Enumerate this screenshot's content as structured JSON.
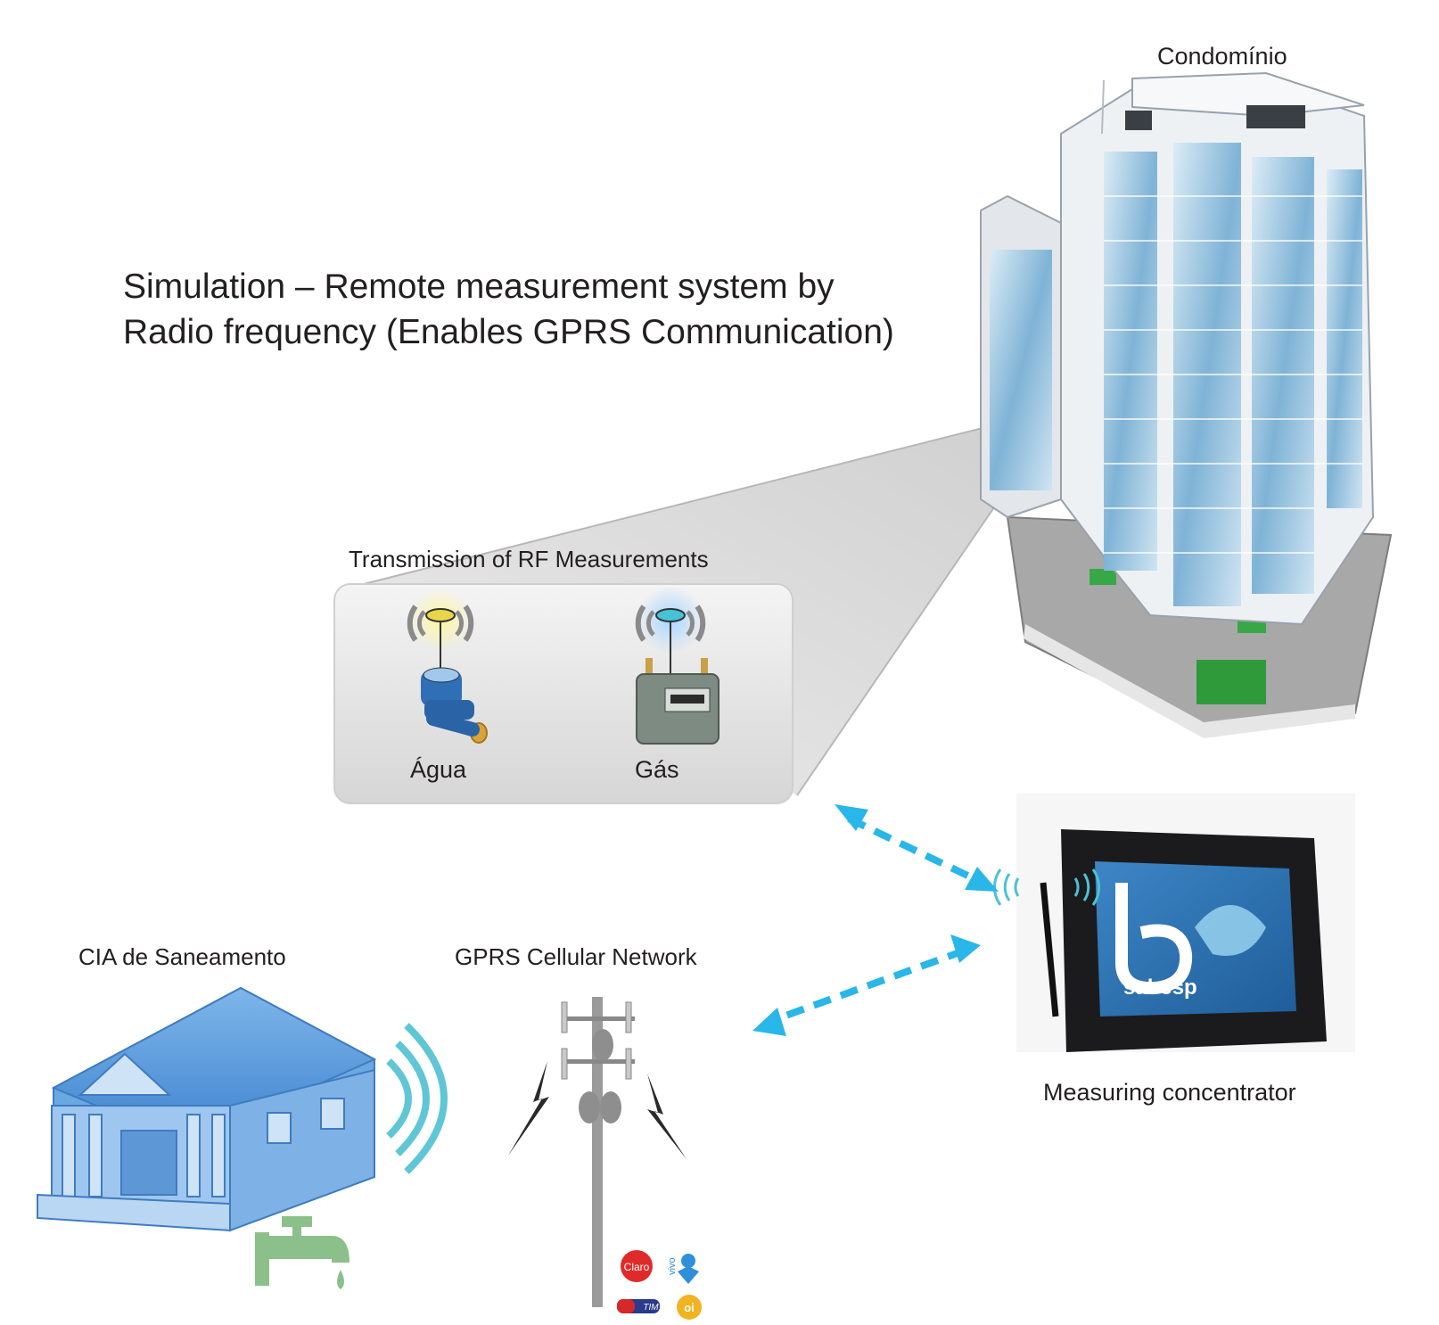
{
  "title": {
    "line1": "Simulation – Remote measurement system by",
    "line2": "Radio frequency (Enables GPRS Communication)"
  },
  "building": {
    "label": "Condomínio"
  },
  "rf_panel": {
    "label": "Transmission of RF Measurements",
    "meter1": "Água",
    "meter2": "Gás"
  },
  "concentrator": {
    "label": "Measuring concentrator",
    "screen_text": "sabesp"
  },
  "company": {
    "label": "CIA de Saneamento"
  },
  "network": {
    "label": "GPRS Cellular Network",
    "operators": [
      "Claro",
      "vivo",
      "TIM",
      "oi"
    ]
  },
  "colors": {
    "arrow": "#29b6e8",
    "building_blue": "#5b9bd5",
    "faucet": "#8cc08a",
    "signal": "#5fc6d6"
  }
}
